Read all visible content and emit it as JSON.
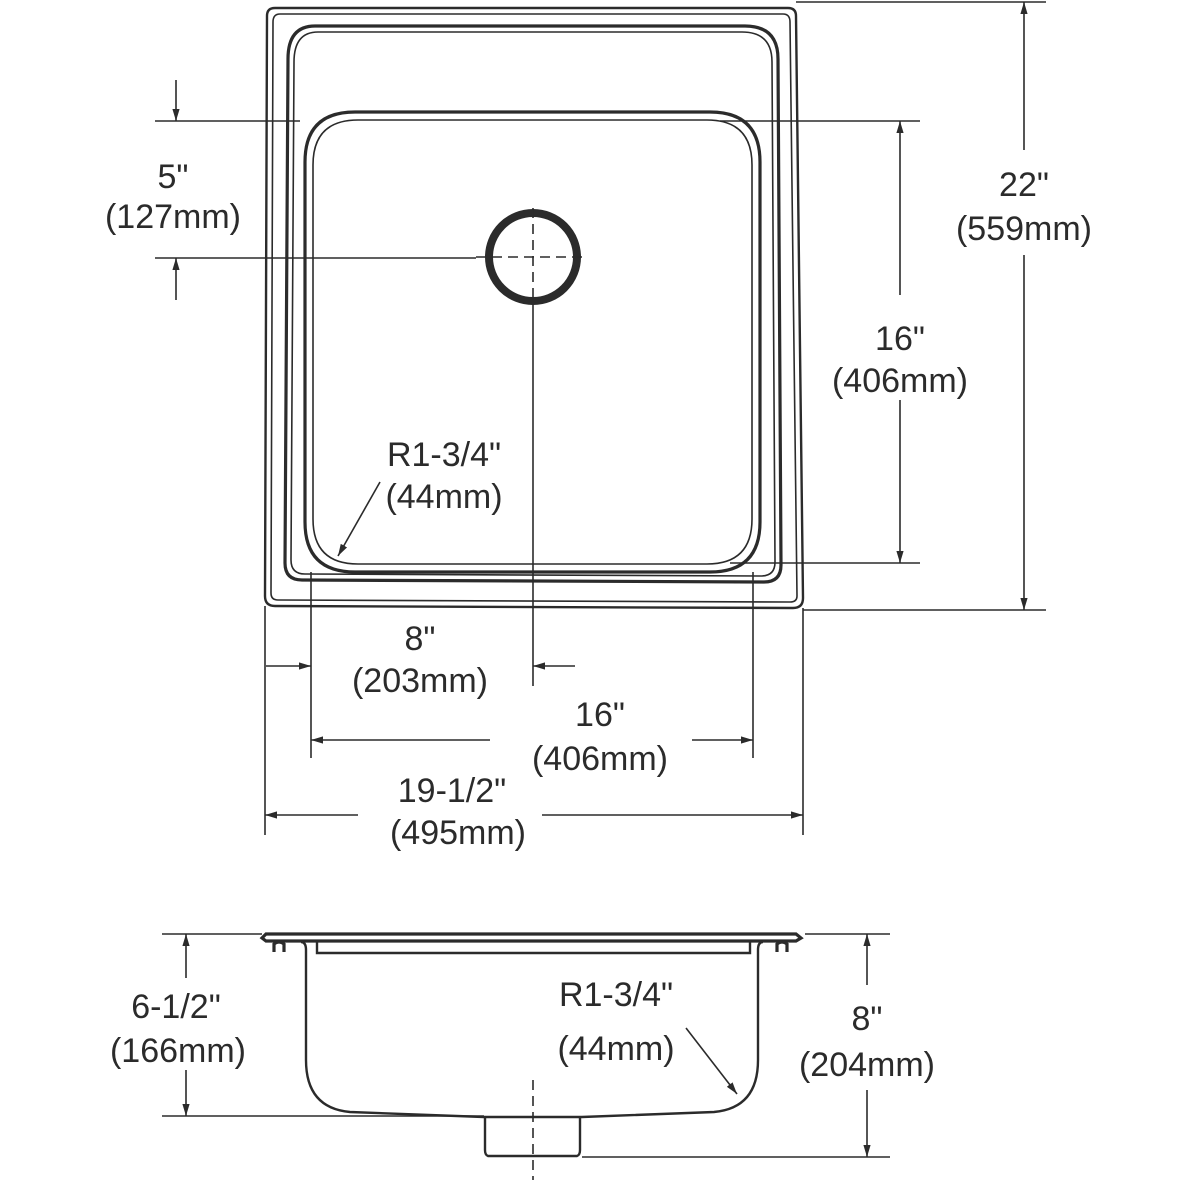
{
  "drawing": {
    "type": "sink dimension drawing",
    "colors": {
      "line": "#2b2b2b",
      "background": "#ffffff"
    },
    "top_view": {
      "drain_offset": {
        "imperial": "5\"",
        "metric": "(127mm)"
      },
      "overall_length": {
        "imperial": "22\"",
        "metric": "(559mm)"
      },
      "bowl_length": {
        "imperial": "16\"",
        "metric": "(406mm)"
      },
      "corner_radius": {
        "imperial": "R1-3/4\"",
        "metric": "(44mm)"
      },
      "drain_centerline": {
        "imperial": "8\"",
        "metric": "(203mm)"
      },
      "bowl_width": {
        "imperial": "16\"",
        "metric": "(406mm)"
      },
      "overall_width": {
        "imperial": "19-1/2\"",
        "metric": "(495mm)"
      }
    },
    "side_view": {
      "bowl_depth": {
        "imperial": "6-1/2\"",
        "metric": "(166mm)"
      },
      "corner_radius": {
        "imperial": "R1-3/4\"",
        "metric": "(44mm)"
      },
      "overall_depth": {
        "imperial": "8\"",
        "metric": "(204mm)"
      }
    }
  }
}
